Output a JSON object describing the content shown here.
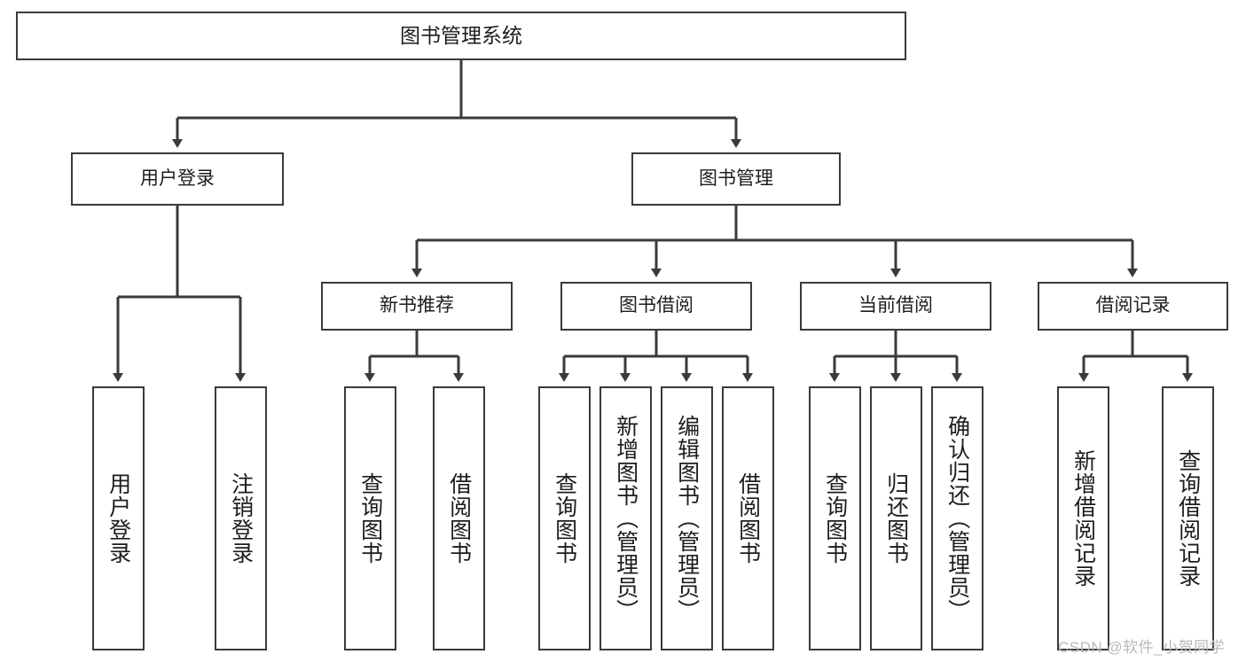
{
  "diagram": {
    "title": "图书管理系统",
    "type": "tree-hierarchy-chart",
    "stroke_color": "#3a3a3a",
    "box_fill": "#ffffff",
    "text_color": "#1d1d1d"
  },
  "nodes": {
    "root": {
      "label": "图书管理系统"
    },
    "level1": [
      {
        "label": "用户登录"
      },
      {
        "label": "图书管理"
      }
    ],
    "level2": [
      {
        "label": "新书推荐"
      },
      {
        "label": "图书借阅"
      },
      {
        "label": "当前借阅"
      },
      {
        "label": "借阅记录"
      }
    ],
    "leaves": {
      "user_login": [
        {
          "label": "用户登录"
        },
        {
          "label": "注销登录"
        }
      ],
      "new_book_recommend": [
        {
          "label": "查询图书"
        },
        {
          "label": "借阅图书"
        }
      ],
      "book_borrow": [
        {
          "label": "查询图书"
        },
        {
          "label": "新增图书（管理员）"
        },
        {
          "label": "编辑图书（管理员）"
        },
        {
          "label": "借阅图书"
        }
      ],
      "current_borrow": [
        {
          "label": "查询图书"
        },
        {
          "label": "归还图书"
        },
        {
          "label": "确认归还（管理员）"
        }
      ],
      "borrow_record": [
        {
          "label": "新增借阅记录"
        },
        {
          "label": "查询借阅记录"
        }
      ]
    }
  },
  "watermark": {
    "text": "CSDN @软件_小贺同学"
  }
}
